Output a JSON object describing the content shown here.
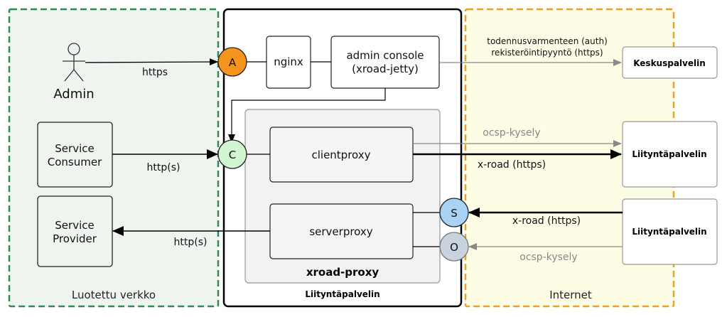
{
  "zones": {
    "trusted": {
      "label": "Luotettu verkko"
    },
    "security_server": {
      "label": "Liityntäpalvelin"
    },
    "internet": {
      "label": "Internet"
    }
  },
  "actors": {
    "admin": {
      "label": "Admin"
    },
    "service_consumer": {
      "line1": "Service",
      "line2": "Consumer"
    },
    "service_provider": {
      "line1": "Service",
      "line2": "Provider"
    }
  },
  "components": {
    "nginx": "nginx",
    "admin_console": {
      "line1": "admin console",
      "line2": "(xroad-jetty)"
    },
    "xroad_proxy": "xroad-proxy",
    "clientproxy": "clientproxy",
    "serverproxy": "serverproxy"
  },
  "ports": {
    "a": "A",
    "c": "C",
    "s": "S",
    "o": "O"
  },
  "external": {
    "central_server": "Keskuspalvelin",
    "security_server_1": "Liityntäpalvelin",
    "security_server_2": "Liityntäpalvelin"
  },
  "edges": {
    "admin_https": "https",
    "consumer_http": "http(s)",
    "provider_http": "http(s)",
    "auth_line1": "todennusvarmenteen  (auth)",
    "auth_line2": "rekisteröintipyyntö (https)",
    "ocsp_out": "ocsp-kysely",
    "xroad_out": "x-road (https)",
    "xroad_in": "x-road (https)",
    "ocsp_in": "ocsp-kysely"
  },
  "colors": {
    "trusted_border": "#2e8b57",
    "trusted_fill": "#eef5ef",
    "internet_border": "#f0a020",
    "internet_fill": "#fdfde6",
    "port_a": "#f7941d",
    "port_c": "#d2f7d0",
    "port_s": "#a9d3f5",
    "port_o": "#c9d3e0",
    "gray_text": "#888888"
  }
}
